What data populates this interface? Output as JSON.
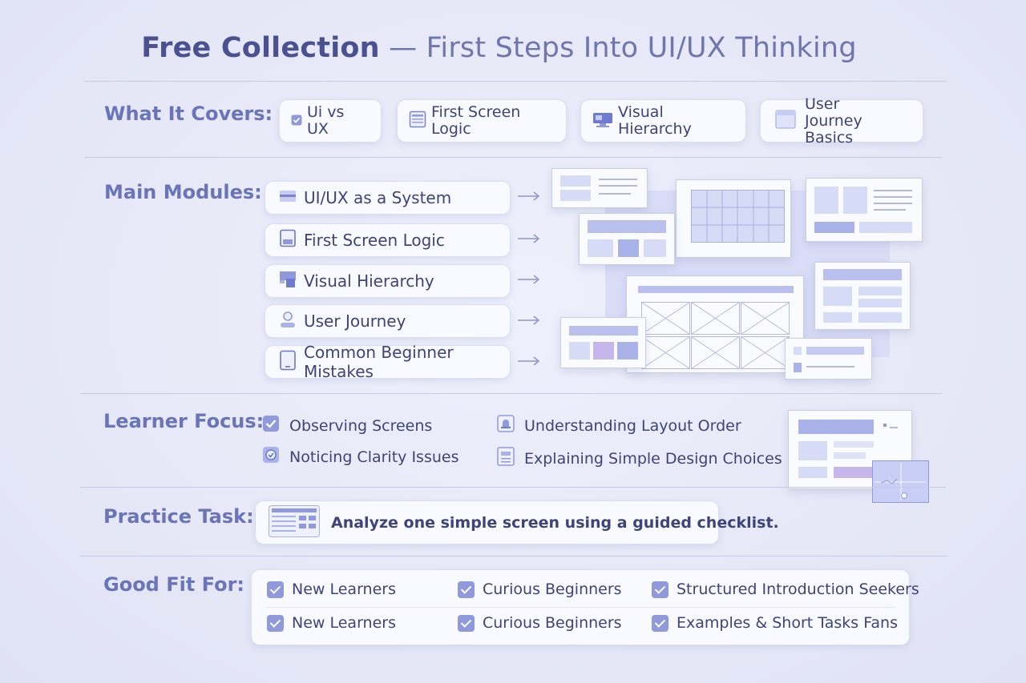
{
  "header": {
    "title_bold": "Free Collection",
    "title_rest": "— First Steps Into UI/UX Thinking"
  },
  "covers": {
    "label": "What It Covers:",
    "items": [
      {
        "label": "Ui vs UX",
        "icon": "checkbox-icon"
      },
      {
        "label": "First Screen Logic",
        "icon": "screen-icon"
      },
      {
        "label": "Visual Hierarchy",
        "icon": "monitor-icon"
      },
      {
        "label": "User Journey Basics",
        "icon": "window-icon"
      }
    ]
  },
  "modules": {
    "label": "Main Modules:",
    "items": [
      {
        "label": "UI/UX as a System",
        "icon": "system-icon"
      },
      {
        "label": "First Screen Logic",
        "icon": "screen-icon"
      },
      {
        "label": "Visual Hierarchy",
        "icon": "hierarchy-icon"
      },
      {
        "label": "User Journey",
        "icon": "user-icon"
      },
      {
        "label": "Common Beginner Mistakes",
        "icon": "tablet-icon"
      }
    ]
  },
  "focus": {
    "label": "Learner Focus:",
    "items": [
      {
        "label": "Observing Screens",
        "icon": "check-icon"
      },
      {
        "label": "Understanding Layout Order",
        "icon": "bell-icon"
      },
      {
        "label": "Noticing Clarity Issues",
        "icon": "target-icon"
      },
      {
        "label": "Explaining Simple Design Choices",
        "icon": "document-icon"
      }
    ]
  },
  "task": {
    "label": "Practice Task:",
    "text": "Analyze one simple screen using a guided checklist."
  },
  "fit": {
    "label": "Good Fit For:",
    "rows": [
      [
        "New Learners",
        "Curious Beginners",
        "Structured Introduction Seekers"
      ],
      [
        "New Learners",
        "Curious Beginners",
        "Examples & Short Tasks Fans"
      ]
    ]
  },
  "colors": {
    "accent": "#6a74b8",
    "ink": "#3e4479",
    "block": "#aab2ea",
    "background": "#e6e8f7"
  }
}
